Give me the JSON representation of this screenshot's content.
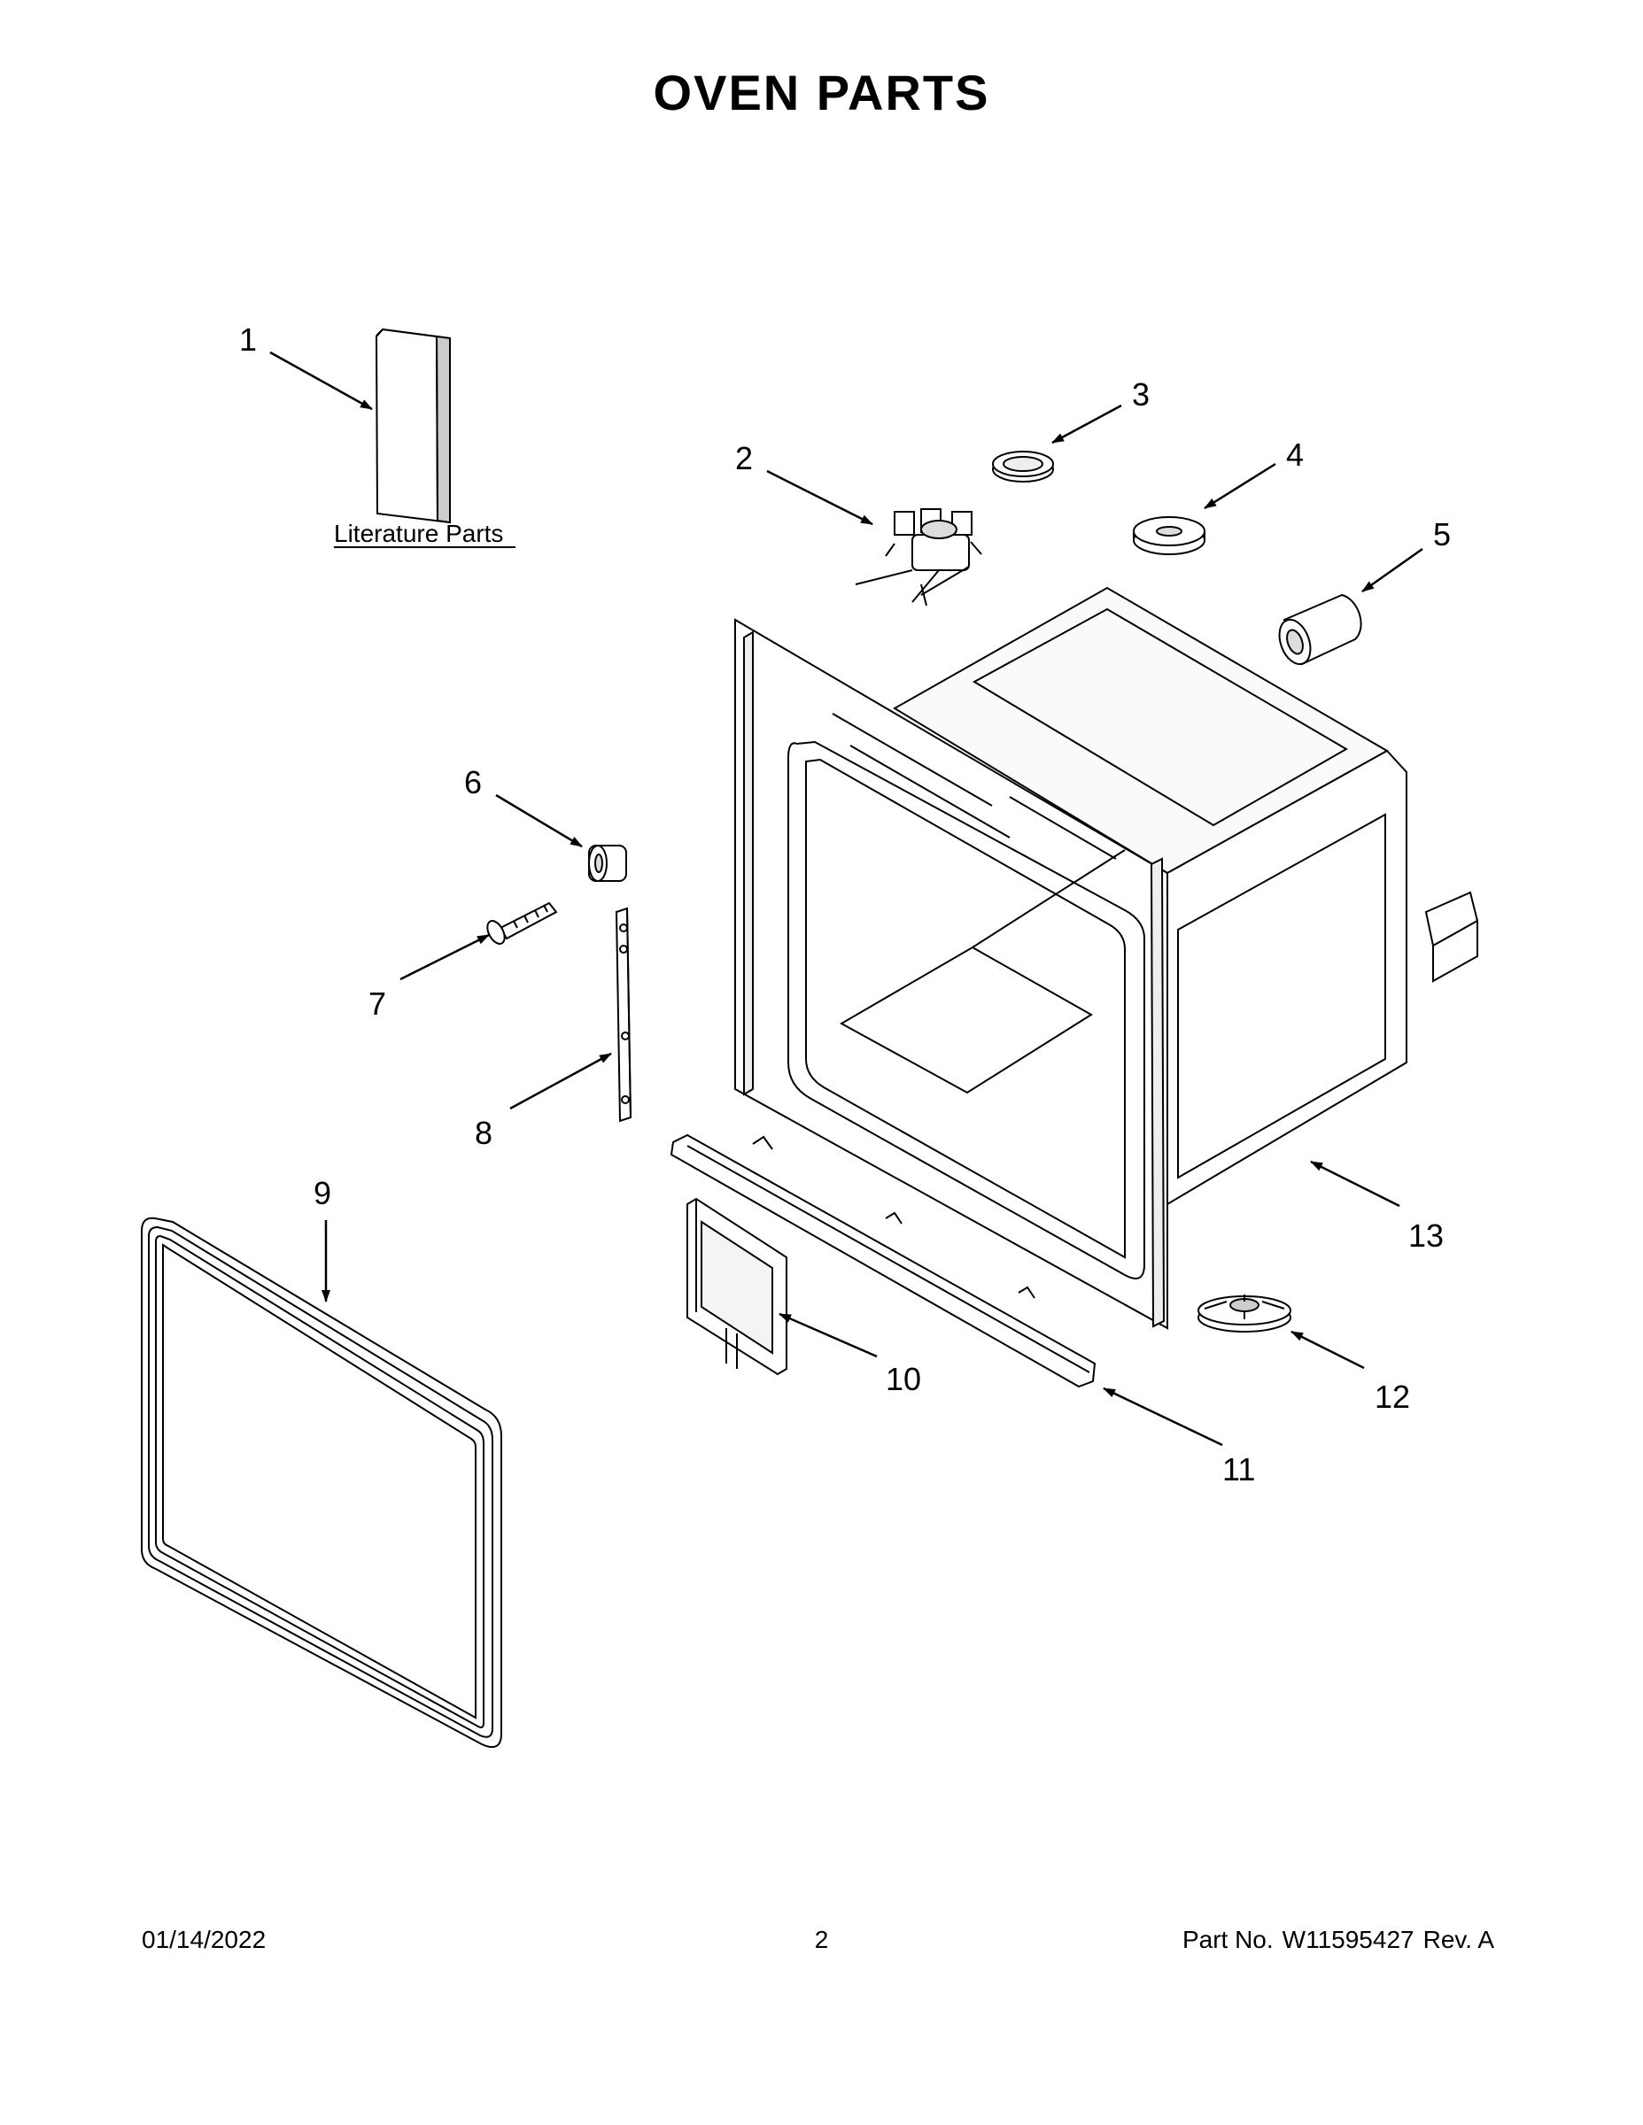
{
  "title": "OVEN PARTS",
  "literature_label": "Literature Parts",
  "callouts": [
    "1",
    "2",
    "3",
    "4",
    "5",
    "6",
    "7",
    "8",
    "9",
    "10",
    "11",
    "12",
    "13"
  ],
  "footer": {
    "date": "01/14/2022",
    "page": "2",
    "part_label": "Part No.",
    "part_number": "W11595427",
    "rev": "Rev. A"
  }
}
